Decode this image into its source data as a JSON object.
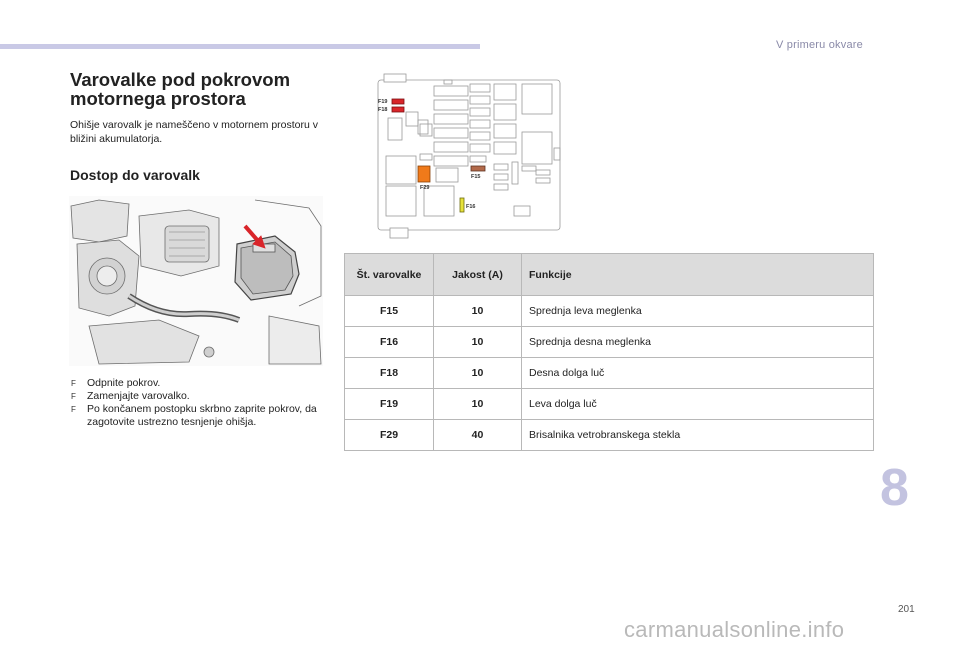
{
  "header": {
    "section_title": "V primeru okvare"
  },
  "main": {
    "heading": "Varovalke pod pokrovom motornega prostora",
    "intro": "Ohišje varovalk je nameščeno v motornem prostoru v bližini akumulatorja.",
    "subheading": "Dostop do varovalk",
    "steps": [
      "Odpnite pokrov.",
      "Zamenjajte varovalko.",
      "Po končanem postopku skrbno zaprite pokrov, da zagotovite ustrezno tesnjenje ohišja."
    ],
    "step_bullet": "F"
  },
  "diagram": {
    "labels": {
      "f19": "F19",
      "f18": "F18",
      "f29": "F29",
      "f15": "F15",
      "f16": "F16"
    },
    "colors": {
      "f19": "#d9252a",
      "f18": "#d9252a",
      "f29": "#f07a1a",
      "f15": "#b36a4a",
      "f16": "#e6e23a"
    }
  },
  "table": {
    "headers": {
      "number": "Št. varovalke",
      "amps": "Jakost (A)",
      "function": "Funkcije"
    },
    "rows": [
      {
        "number": "F15",
        "amps": "10",
        "function": "Sprednja leva meglenka"
      },
      {
        "number": "F16",
        "amps": "10",
        "function": "Sprednja desna meglenka"
      },
      {
        "number": "F18",
        "amps": "10",
        "function": "Desna dolga luč"
      },
      {
        "number": "F19",
        "amps": "10",
        "function": "Leva dolga luč"
      },
      {
        "number": "F29",
        "amps": "40",
        "function": "Brisalnika vetrobranskega stekla"
      }
    ]
  },
  "footer": {
    "chapter_number": "8",
    "page_number": "201",
    "watermark": "carmanualsonline.info"
  }
}
